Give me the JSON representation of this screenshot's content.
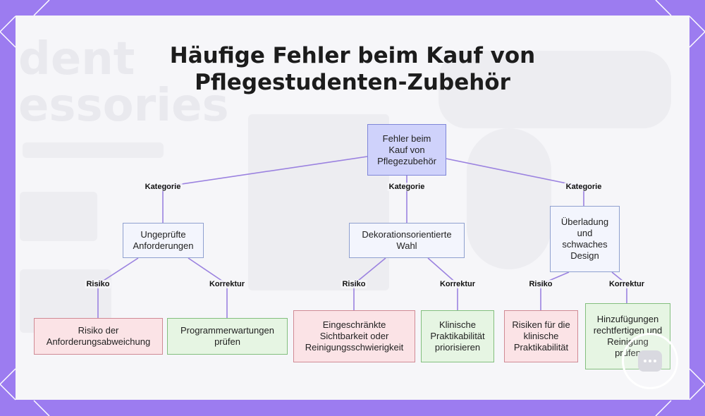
{
  "title_lines": [
    "Häufige Fehler beim Kauf von",
    "Pflegestudenten-Zubehör"
  ],
  "diagram": {
    "root": "Fehler beim Kauf von Pflegezubehör",
    "categories": [
      "Ungeprüfte Anforderungen",
      "Dekorationsorientierte Wahl",
      "Überladung und schwaches Design"
    ],
    "risks": [
      "Risiko der Anforderungsabweichung",
      "Eingeschränkte Sichtbarkeit oder Reinigungsschwierigkeit",
      "Risiken für die klinische Praktikabilität"
    ],
    "fixes": [
      "Programmerwartungen prüfen",
      "Klinische Praktikabilität priorisieren",
      "Hinzufügungen rechtfertigen und Reinigung prüfen"
    ],
    "edge_labels": {
      "category": "Kategorie",
      "risk": "Risiko",
      "fix": "Korrektur"
    }
  },
  "colors": {
    "frame": "#9c7cf0",
    "edge": "#9b82e0",
    "root_fill": "#cfd2fb",
    "category_fill": "#f3f5fd",
    "risk_fill": "#fbe3e6",
    "fix_fill": "#e6f5e3"
  },
  "background_ghost_text": [
    "dent",
    "essories"
  ],
  "icons": [
    "chat-icon"
  ]
}
